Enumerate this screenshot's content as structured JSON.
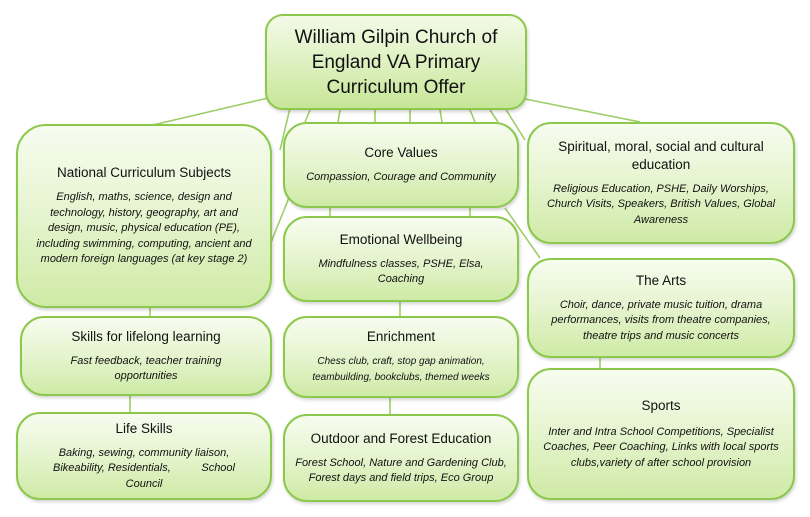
{
  "main": {
    "title_lines": [
      "William Gilpin Church of",
      "England VA Primary",
      "Curriculum Offer"
    ]
  },
  "boxes": {
    "national": {
      "title": "National Curriculum Subjects",
      "desc": "English, maths, science, design and technology, history, geography, art and design, music, physical education (PE), including swimming, computing, ancient and modern foreign languages (at key stage 2)"
    },
    "core": {
      "title": "Core Values",
      "desc": "Compassion, Courage and Community"
    },
    "smsc": {
      "title": "Spiritual, moral, social and cultural education",
      "desc": "Religious Education, PSHE, Daily Worships, Church Visits, Speakers, British Values, Global Awareness"
    },
    "emotional": {
      "title": "Emotional Wellbeing",
      "desc": "Mindfulness classes, PSHE, Elsa, Coaching"
    },
    "arts": {
      "title": "The Arts",
      "desc": "Choir, dance, private music tuition, drama performances, visits from theatre companies, theatre trips and music concerts"
    },
    "skills": {
      "title": "Skills for lifelong learning",
      "desc": "Fast feedback, teacher training opportunities"
    },
    "enrichment": {
      "title": "Enrichment",
      "desc": "Chess club, craft, stop gap animation, teambuilding, bookclubs, themed weeks"
    },
    "sports": {
      "title": "Sports",
      "desc": "Inter and Intra School Competitions, Specialist Coaches, Peer Coaching, Links with local sports clubs,variety of after school provision"
    },
    "life": {
      "title": "Life Skills",
      "desc": "Baking, sewing, community liaison, Bikeability, Residentials,          School Council"
    },
    "outdoor": {
      "title": "Outdoor and Forest Education",
      "desc": "Forest School, Nature and Gardening Club, Forest days and field trips, Eco Group"
    }
  },
  "colors": {
    "border": "#8cc84b",
    "connector": "#9dcf68"
  }
}
